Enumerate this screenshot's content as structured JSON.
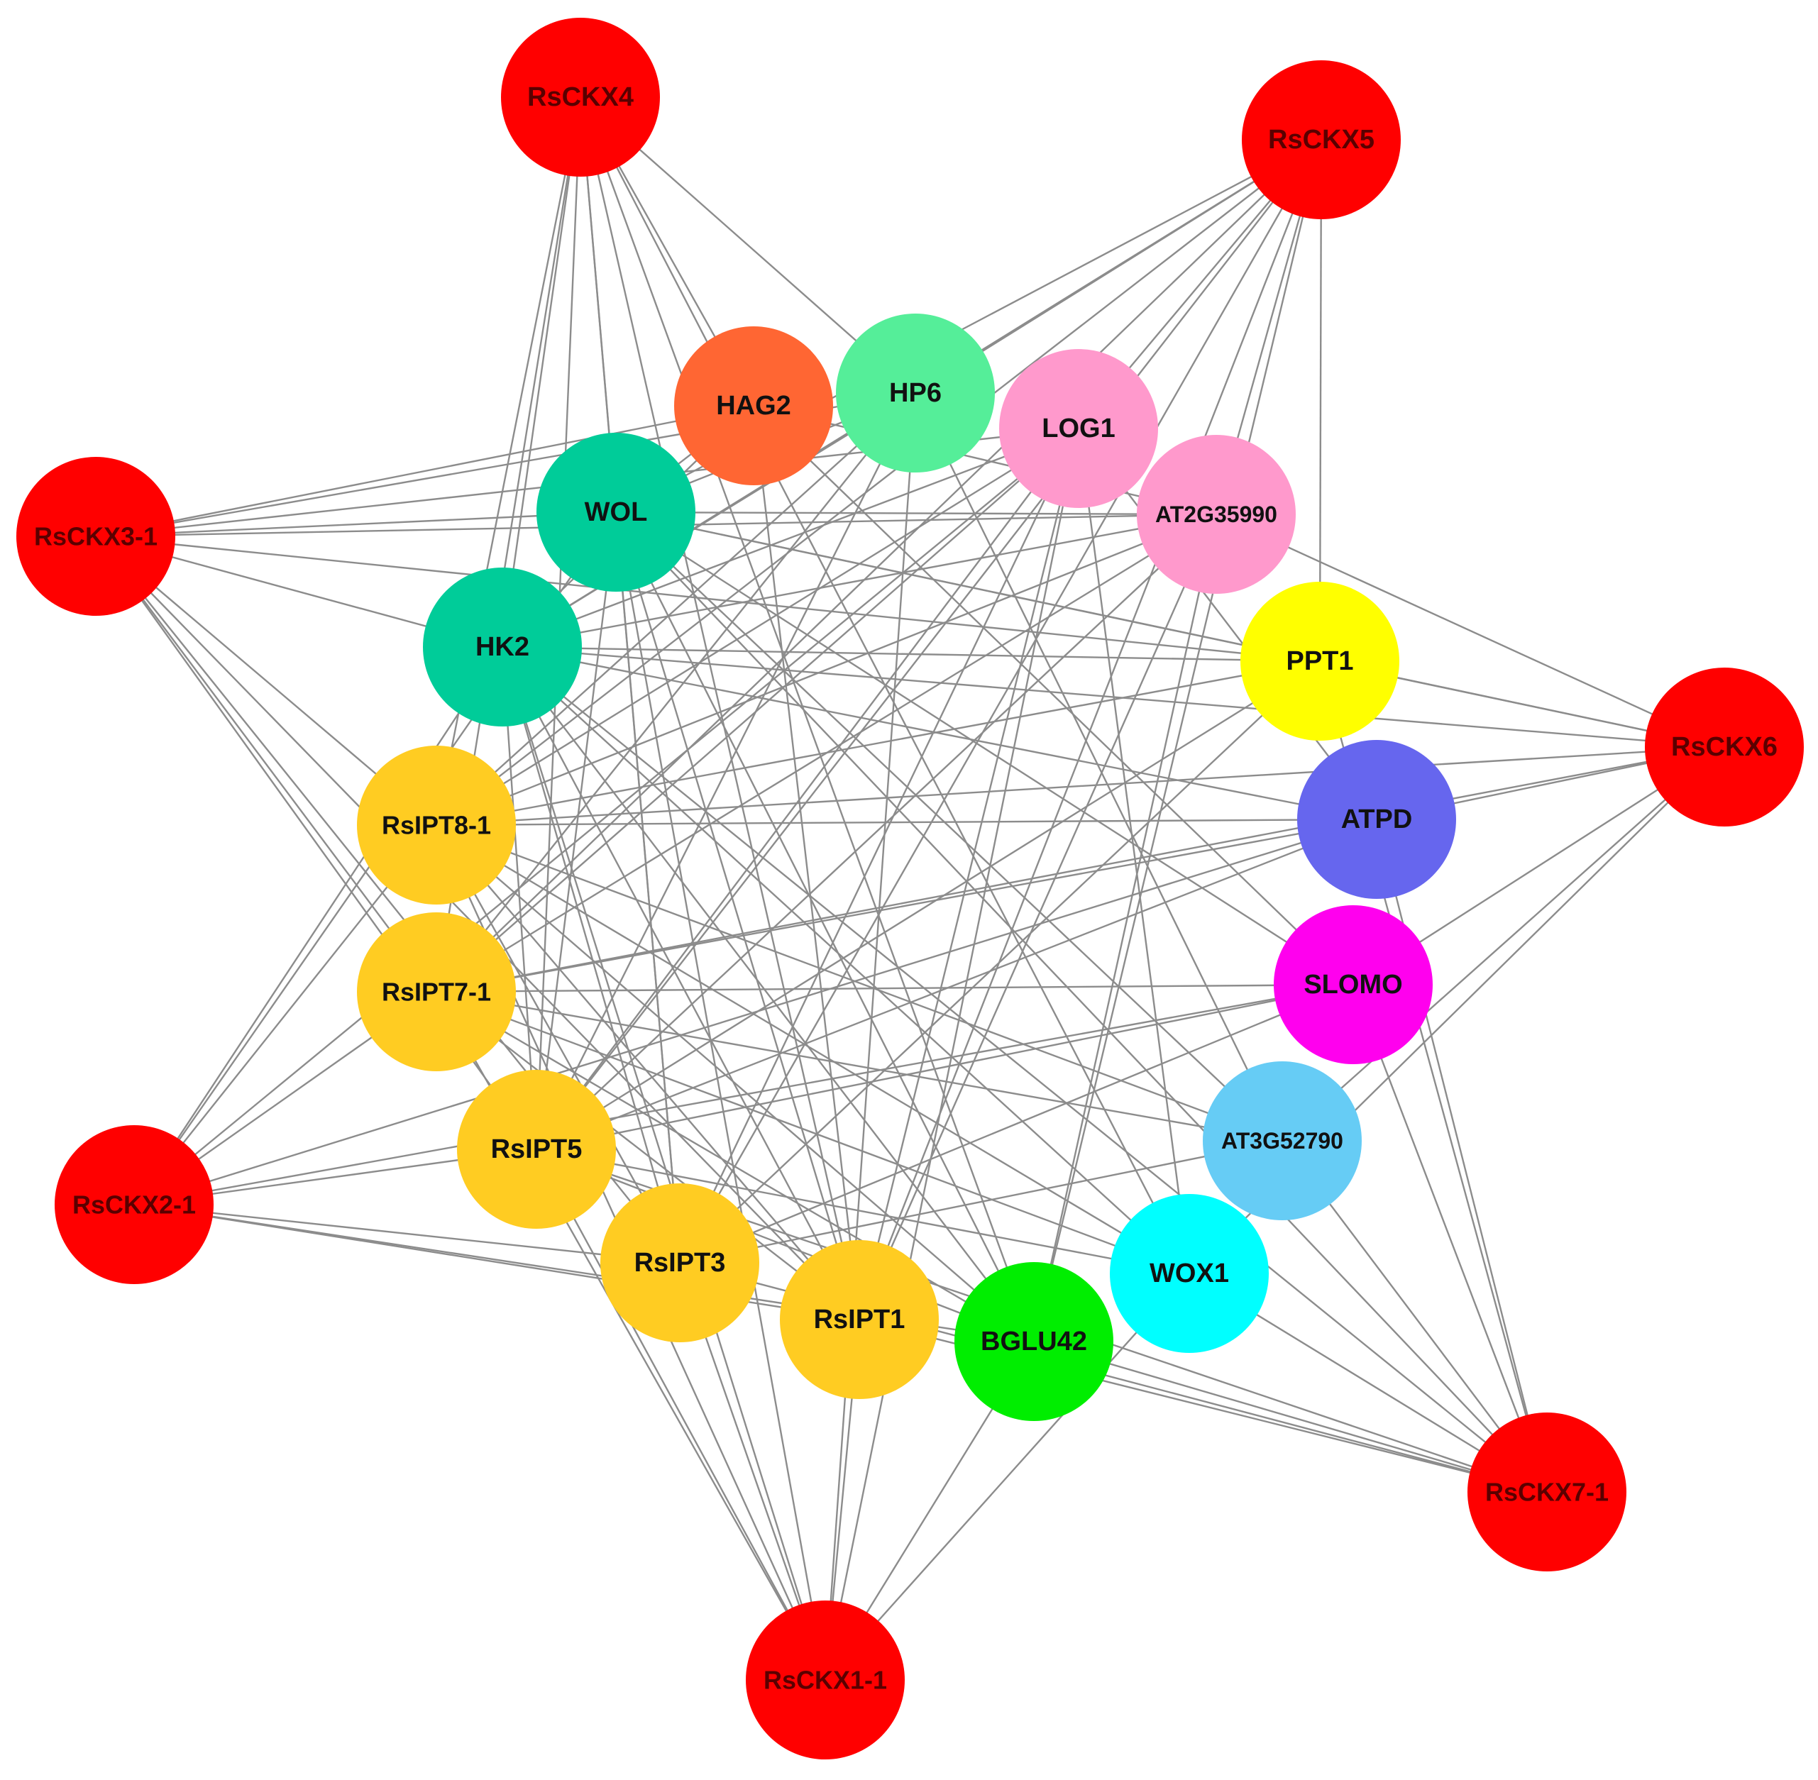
{
  "colors": {
    "edge": "#8c8c8c",
    "background": "#ffffff",
    "red_label": "#5a0000",
    "default_label": "#111111"
  },
  "nodes": [
    {
      "id": "RsCKX4",
      "label": "RsCKX4",
      "color": "#ff0000",
      "group": "RsCKX"
    },
    {
      "id": "RsCKX5",
      "label": "RsCKX5",
      "color": "#ff0000",
      "group": "RsCKX"
    },
    {
      "id": "RsCKX3-1",
      "label": "RsCKX3-1",
      "color": "#ff0000",
      "group": "RsCKX"
    },
    {
      "id": "RsCKX6",
      "label": "RsCKX6",
      "color": "#ff0000",
      "group": "RsCKX"
    },
    {
      "id": "RsCKX2-1",
      "label": "RsCKX2-1",
      "color": "#ff0000",
      "group": "RsCKX"
    },
    {
      "id": "RsCKX7-1",
      "label": "RsCKX7-1",
      "color": "#ff0000",
      "group": "RsCKX"
    },
    {
      "id": "RsCKX1-1",
      "label": "RsCKX1-1",
      "color": "#ff0000",
      "group": "RsCKX"
    },
    {
      "id": "HAG2",
      "label": "HAG2",
      "color": "#ff6633",
      "group": "inner"
    },
    {
      "id": "HP6",
      "label": "HP6",
      "color": "#55ee99",
      "group": "inner"
    },
    {
      "id": "LOG1",
      "label": "LOG1",
      "color": "#ff99cc",
      "group": "inner"
    },
    {
      "id": "AT2G35990",
      "label": "AT2G35990",
      "color": "#ff99cc",
      "group": "inner"
    },
    {
      "id": "WOL",
      "label": "WOL",
      "color": "#00cc99",
      "group": "inner"
    },
    {
      "id": "HK2",
      "label": "HK2",
      "color": "#00cc99",
      "group": "inner"
    },
    {
      "id": "PPT1",
      "label": "PPT1",
      "color": "#ffff00",
      "group": "inner"
    },
    {
      "id": "ATPD",
      "label": "ATPD",
      "color": "#6666ee",
      "group": "inner"
    },
    {
      "id": "SLOMO",
      "label": "SLOMO",
      "color": "#ff00ee",
      "group": "inner"
    },
    {
      "id": "AT3G52790",
      "label": "AT3G52790",
      "color": "#66ccf5",
      "group": "inner"
    },
    {
      "id": "WOX1",
      "label": "WOX1",
      "color": "#00ffff",
      "group": "inner"
    },
    {
      "id": "BGLU42",
      "label": "BGLU42",
      "color": "#00ee00",
      "group": "inner"
    },
    {
      "id": "RsIPT1",
      "label": "RsIPT1",
      "color": "#ffcc22",
      "group": "inner"
    },
    {
      "id": "RsIPT3",
      "label": "RsIPT3",
      "color": "#ffcc22",
      "group": "inner"
    },
    {
      "id": "RsIPT5",
      "label": "RsIPT5",
      "color": "#ffcc22",
      "group": "inner"
    },
    {
      "id": "RsIPT7-1",
      "label": "RsIPT7-1",
      "color": "#ffcc22",
      "group": "inner"
    },
    {
      "id": "RsIPT8-1",
      "label": "RsIPT8-1",
      "color": "#ffcc22",
      "group": "inner"
    }
  ],
  "edges": [
    [
      "RsCKX4",
      "HP6"
    ],
    [
      "RsCKX4",
      "WOL"
    ],
    [
      "RsCKX4",
      "HK2"
    ],
    [
      "RsCKX4",
      "RsIPT8-1"
    ],
    [
      "RsCKX4",
      "RsIPT7-1"
    ],
    [
      "RsCKX4",
      "RsIPT5"
    ],
    [
      "RsCKX4",
      "RsIPT3"
    ],
    [
      "RsCKX4",
      "RsIPT1"
    ],
    [
      "RsCKX4",
      "HAG2"
    ],
    [
      "RsCKX4",
      "BGLU42"
    ],
    [
      "RsCKX4",
      "WOX1"
    ],
    [
      "RsCKX5",
      "HP6"
    ],
    [
      "RsCKX5",
      "LOG1"
    ],
    [
      "RsCKX5",
      "AT2G35990"
    ],
    [
      "RsCKX5",
      "PPT1"
    ],
    [
      "RsCKX5",
      "WOL"
    ],
    [
      "RsCKX5",
      "HK2"
    ],
    [
      "RsCKX5",
      "RsIPT8-1"
    ],
    [
      "RsCKX5",
      "RsIPT7-1"
    ],
    [
      "RsCKX5",
      "RsIPT5"
    ],
    [
      "RsCKX5",
      "RsIPT3"
    ],
    [
      "RsCKX5",
      "RsIPT1"
    ],
    [
      "RsCKX5",
      "BGLU42"
    ],
    [
      "RsCKX3-1",
      "WOL"
    ],
    [
      "RsCKX3-1",
      "HAG2"
    ],
    [
      "RsCKX3-1",
      "HP6"
    ],
    [
      "RsCKX3-1",
      "LOG1"
    ],
    [
      "RsCKX3-1",
      "AT2G35990"
    ],
    [
      "RsCKX3-1",
      "HK2"
    ],
    [
      "RsCKX3-1",
      "RsIPT8-1"
    ],
    [
      "RsCKX3-1",
      "RsIPT7-1"
    ],
    [
      "RsCKX3-1",
      "RsIPT5"
    ],
    [
      "RsCKX3-1",
      "RsIPT3"
    ],
    [
      "RsCKX3-1",
      "RsIPT1"
    ],
    [
      "RsCKX3-1",
      "PPT1"
    ],
    [
      "RsCKX6",
      "AT2G35990"
    ],
    [
      "RsCKX6",
      "PPT1"
    ],
    [
      "RsCKX6",
      "ATPD"
    ],
    [
      "RsCKX6",
      "SLOMO"
    ],
    [
      "RsCKX6",
      "AT3G52790"
    ],
    [
      "RsCKX6",
      "HK2"
    ],
    [
      "RsCKX6",
      "RsIPT8-1"
    ],
    [
      "RsCKX6",
      "RsIPT7-1"
    ],
    [
      "RsCKX6",
      "WOL"
    ],
    [
      "RsCKX6",
      "WOX1"
    ],
    [
      "RsCKX2-1",
      "HK2"
    ],
    [
      "RsCKX2-1",
      "WOL"
    ],
    [
      "RsCKX2-1",
      "RsIPT8-1"
    ],
    [
      "RsCKX2-1",
      "RsIPT7-1"
    ],
    [
      "RsCKX2-1",
      "RsIPT5"
    ],
    [
      "RsCKX2-1",
      "RsIPT3"
    ],
    [
      "RsCKX2-1",
      "RsIPT1"
    ],
    [
      "RsCKX2-1",
      "BGLU42"
    ],
    [
      "RsCKX2-1",
      "ATPD"
    ],
    [
      "RsCKX2-1",
      "SLOMO"
    ],
    [
      "RsCKX2-1",
      "LOG1"
    ],
    [
      "RsCKX7-1",
      "SLOMO"
    ],
    [
      "RsCKX7-1",
      "AT3G52790"
    ],
    [
      "RsCKX7-1",
      "WOX1"
    ],
    [
      "RsCKX7-1",
      "BGLU42"
    ],
    [
      "RsCKX7-1",
      "ATPD"
    ],
    [
      "RsCKX7-1",
      "PPT1"
    ],
    [
      "RsCKX7-1",
      "RsIPT1"
    ],
    [
      "RsCKX7-1",
      "RsIPT3"
    ],
    [
      "RsCKX7-1",
      "RsIPT5"
    ],
    [
      "RsCKX7-1",
      "HK2"
    ],
    [
      "RsCKX7-1",
      "WOL"
    ],
    [
      "RsCKX1-1",
      "RsIPT1"
    ],
    [
      "RsCKX1-1",
      "RsIPT3"
    ],
    [
      "RsCKX1-1",
      "RsIPT5"
    ],
    [
      "RsCKX1-1",
      "RsIPT7-1"
    ],
    [
      "RsCKX1-1",
      "RsIPT8-1"
    ],
    [
      "RsCKX1-1",
      "HK2"
    ],
    [
      "RsCKX1-1",
      "WOL"
    ],
    [
      "RsCKX1-1",
      "BGLU42"
    ],
    [
      "RsCKX1-1",
      "WOX1"
    ],
    [
      "RsCKX1-1",
      "LOG1"
    ],
    [
      "RsCKX1-1",
      "HP6"
    ],
    [
      "HAG2",
      "WOL"
    ],
    [
      "HAG2",
      "HK2"
    ],
    [
      "HAG2",
      "RsIPT1"
    ],
    [
      "HAG2",
      "SLOMO"
    ],
    [
      "HAG2",
      "AT2G35990"
    ],
    [
      "HP6",
      "HK2"
    ],
    [
      "HP6",
      "RsIPT8-1"
    ],
    [
      "HP6",
      "RsIPT7-1"
    ],
    [
      "HP6",
      "RsIPT5"
    ],
    [
      "HP6",
      "AT3G52790"
    ],
    [
      "HP6",
      "WOL"
    ],
    [
      "LOG1",
      "HK2"
    ],
    [
      "LOG1",
      "RsIPT8-1"
    ],
    [
      "LOG1",
      "RsIPT7-1"
    ],
    [
      "LOG1",
      "RsIPT5"
    ],
    [
      "LOG1",
      "RsIPT3"
    ],
    [
      "LOG1",
      "RsIPT1"
    ],
    [
      "LOG1",
      "WOX1"
    ],
    [
      "LOG1",
      "ATPD"
    ],
    [
      "AT2G35990",
      "WOL"
    ],
    [
      "AT2G35990",
      "HK2"
    ],
    [
      "AT2G35990",
      "RsIPT8-1"
    ],
    [
      "AT2G35990",
      "RsIPT7-1"
    ],
    [
      "AT2G35990",
      "RsIPT5"
    ],
    [
      "AT2G35990",
      "BGLU42"
    ],
    [
      "AT2G35990",
      "RsIPT1"
    ],
    [
      "WOL",
      "PPT1"
    ],
    [
      "WOL",
      "RsIPT1"
    ],
    [
      "WOL",
      "RsIPT3"
    ],
    [
      "WOL",
      "RsIPT5"
    ],
    [
      "WOL",
      "BGLU42"
    ],
    [
      "WOL",
      "SLOMO"
    ],
    [
      "WOL",
      "AT3G52790"
    ],
    [
      "HK2",
      "PPT1"
    ],
    [
      "HK2",
      "ATPD"
    ],
    [
      "HK2",
      "RsIPT1"
    ],
    [
      "HK2",
      "RsIPT3"
    ],
    [
      "HK2",
      "RsIPT5"
    ],
    [
      "HK2",
      "WOX1"
    ],
    [
      "HK2",
      "BGLU42"
    ],
    [
      "PPT1",
      "RsIPT8-1"
    ],
    [
      "PPT1",
      "RsIPT5"
    ],
    [
      "PPT1",
      "RsIPT3"
    ],
    [
      "ATPD",
      "RsIPT8-1"
    ],
    [
      "ATPD",
      "RsIPT7-1"
    ],
    [
      "ATPD",
      "RsIPT5"
    ],
    [
      "SLOMO",
      "RsIPT7-1"
    ],
    [
      "SLOMO",
      "RsIPT5"
    ],
    [
      "SLOMO",
      "RsIPT3"
    ],
    [
      "AT3G52790",
      "RsIPT8-1"
    ],
    [
      "AT3G52790",
      "RsIPT7-1"
    ],
    [
      "AT3G52790",
      "RsIPT3"
    ],
    [
      "WOX1",
      "RsIPT8-1"
    ],
    [
      "WOX1",
      "RsIPT7-1"
    ],
    [
      "WOX1",
      "RsIPT5"
    ],
    [
      "BGLU42",
      "RsIPT8-1"
    ],
    [
      "BGLU42",
      "RsIPT7-1"
    ],
    [
      "BGLU42",
      "RsIPT5"
    ],
    [
      "RsIPT1",
      "RsIPT8-1"
    ],
    [
      "RsIPT1",
      "RsIPT7-1"
    ],
    [
      "RsIPT3",
      "RsIPT8-1"
    ]
  ]
}
